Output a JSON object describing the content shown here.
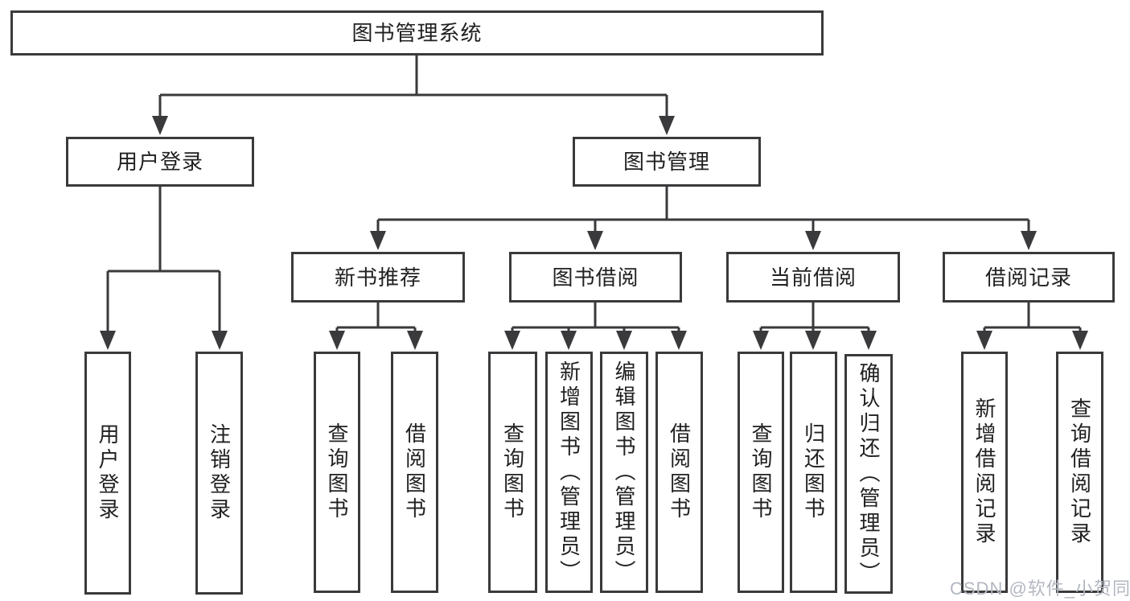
{
  "diagram": {
    "root": {
      "label": "图书管理系统"
    },
    "branches": [
      {
        "label": "用户登录",
        "children": [
          {
            "label": "用户登录"
          },
          {
            "label": "注销登录"
          }
        ]
      },
      {
        "label": "图书管理",
        "children": [
          {
            "label": "新书推荐",
            "children": [
              {
                "label": "查询图书"
              },
              {
                "label": "借阅图书"
              }
            ]
          },
          {
            "label": "图书借阅",
            "children": [
              {
                "label": "查询图书"
              },
              {
                "label": "新增图书（管理员）"
              },
              {
                "label": "编辑图书（管理员）"
              },
              {
                "label": "借阅图书"
              }
            ]
          },
          {
            "label": "当前借阅",
            "children": [
              {
                "label": "查询图书"
              },
              {
                "label": "归还图书"
              },
              {
                "label": "确认归还（管理员）"
              }
            ]
          },
          {
            "label": "借阅记录",
            "children": [
              {
                "label": "新增借阅记录"
              },
              {
                "label": "查询借阅记录"
              }
            ]
          }
        ]
      }
    ]
  },
  "watermark": {
    "text": "CSDN @软件_小贺同学"
  },
  "colors": {
    "line": "#3a3a3c",
    "box_border": "#3a3a3c",
    "box_fill": "#ffffff",
    "text": "#212121",
    "watermark": "#b3b7c0"
  }
}
